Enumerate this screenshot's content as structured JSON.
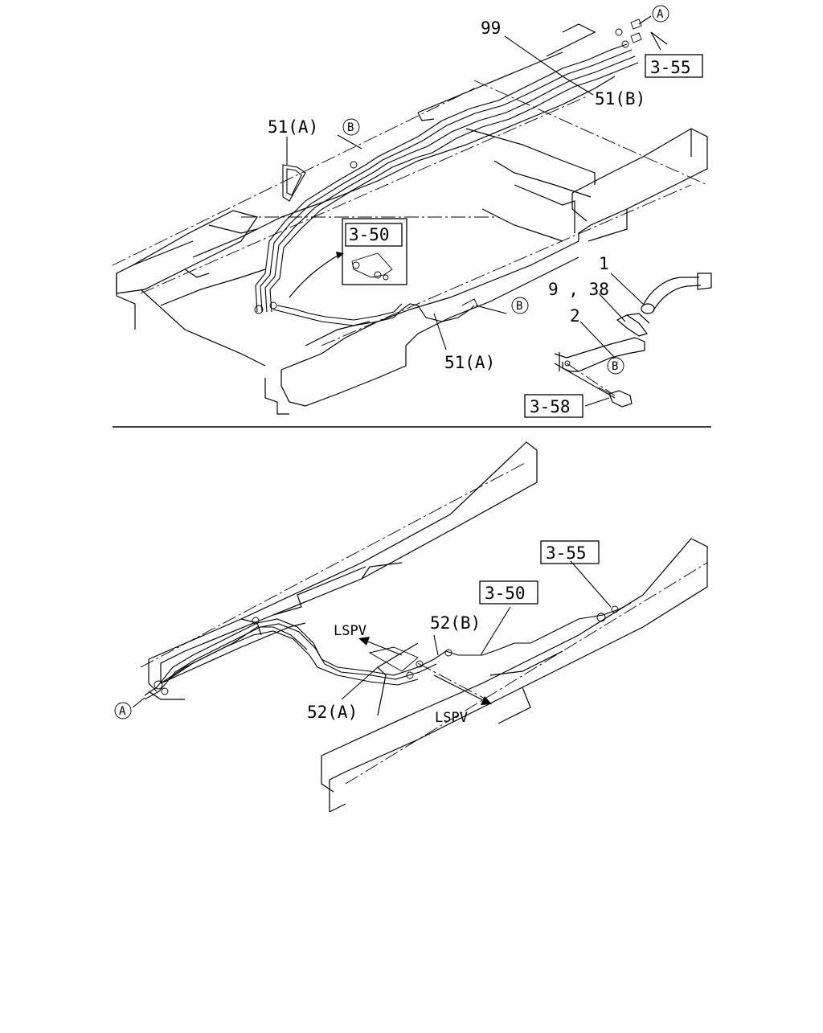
{
  "diagram": {
    "top": {
      "refs": {
        "ref_99": "99",
        "ref_51b": "51(B)",
        "ref_51a_upper": "51(A)",
        "ref_51a_lower": "51(A)",
        "ref_1": "1",
        "ref_9_38": "9 , 38",
        "ref_2": "2"
      },
      "boxes": {
        "box_355": "3-55",
        "box_350": "3-50",
        "box_358": "3-58"
      },
      "circles": {
        "circle_a": "A",
        "circle_b_upper": "B",
        "circle_b_right": "B",
        "circle_b_bracket": "B"
      }
    },
    "bottom": {
      "refs": {
        "ref_52b": "52(B)",
        "ref_52a": "52(A)",
        "lspv_upper": "LSPV",
        "lspv_lower": "LSPV"
      },
      "boxes": {
        "box_355": "3-55",
        "box_350": "3-50"
      },
      "circles": {
        "circle_a": "A"
      }
    }
  }
}
